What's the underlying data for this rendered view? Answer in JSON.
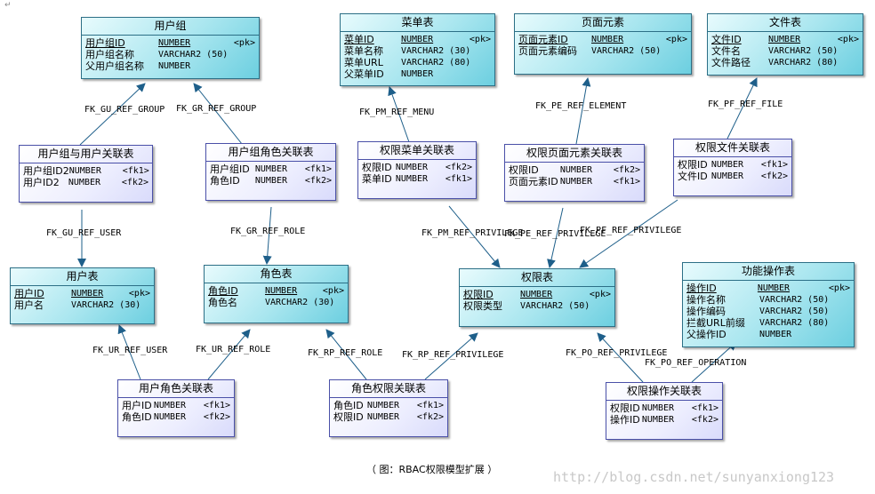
{
  "entities": {
    "yonghuzu": {
      "title": "用户组",
      "rows": [
        {
          "name": "用户组ID",
          "type": "NUMBER",
          "key": "<pk>"
        },
        {
          "name": "用户组名称",
          "type": "VARCHAR2 (50)",
          "key": ""
        },
        {
          "name": "父用户组名称",
          "type": "NUMBER",
          "key": ""
        }
      ]
    },
    "caidan": {
      "title": "菜单表",
      "rows": [
        {
          "name": "菜单ID",
          "type": "NUMBER",
          "key": "<pk>"
        },
        {
          "name": "菜单名称",
          "type": "VARCHAR2 (30)",
          "key": ""
        },
        {
          "name": "菜单URL",
          "type": "VARCHAR2 (80)",
          "key": ""
        },
        {
          "name": "父菜单ID",
          "type": "NUMBER",
          "key": ""
        }
      ]
    },
    "yemian": {
      "title": "页面元素",
      "rows": [
        {
          "name": "页面元素ID",
          "type": "NUMBER",
          "key": "<pk>"
        },
        {
          "name": "页面元素编码",
          "type": "VARCHAR2 (50)",
          "key": ""
        }
      ]
    },
    "wenjian": {
      "title": "文件表",
      "rows": [
        {
          "name": "文件ID",
          "type": "NUMBER",
          "key": "<pk>"
        },
        {
          "name": "文件名",
          "type": "VARCHAR2 (50)",
          "key": ""
        },
        {
          "name": "文件路径",
          "type": "VARCHAR2 (80)",
          "key": ""
        }
      ]
    },
    "zu_yonghu": {
      "title": "用户组与用户关联表",
      "rows": [
        {
          "name": "用户组ID2",
          "type": "NUMBER",
          "key": "<fk1>"
        },
        {
          "name": "用户ID2",
          "type": "NUMBER",
          "key": "<fk2>"
        }
      ]
    },
    "zu_juese": {
      "title": "用户组角色关联表",
      "rows": [
        {
          "name": "用户组ID",
          "type": "NUMBER",
          "key": "<fk1>"
        },
        {
          "name": "角色ID",
          "type": "NUMBER",
          "key": "<fk2>"
        }
      ]
    },
    "quanxian_caidan": {
      "title": "权限菜单关联表",
      "rows": [
        {
          "name": "权限ID",
          "type": "NUMBER",
          "key": "<fk2>"
        },
        {
          "name": "菜单ID",
          "type": "NUMBER",
          "key": "<fk1>"
        }
      ]
    },
    "quanxian_yemian": {
      "title": "权限页面元素关联表",
      "rows": [
        {
          "name": "权限ID",
          "type": "NUMBER",
          "key": "<fk2>"
        },
        {
          "name": "页面元素ID",
          "type": "NUMBER",
          "key": "<fk1>"
        }
      ]
    },
    "quanxian_wenjian": {
      "title": "权限文件关联表",
      "rows": [
        {
          "name": "权限ID",
          "type": "NUMBER",
          "key": "<fk1>"
        },
        {
          "name": "文件ID",
          "type": "NUMBER",
          "key": "<fk2>"
        }
      ]
    },
    "yonghu": {
      "title": "用户表",
      "rows": [
        {
          "name": "用户ID",
          "type": "NUMBER",
          "key": "<pk>"
        },
        {
          "name": "用户名",
          "type": "VARCHAR2 (30)",
          "key": ""
        }
      ]
    },
    "juese": {
      "title": "角色表",
      "rows": [
        {
          "name": "角色ID",
          "type": "NUMBER",
          "key": "<pk>"
        },
        {
          "name": "角色名",
          "type": "VARCHAR2 (30)",
          "key": ""
        }
      ]
    },
    "quanxian": {
      "title": "权限表",
      "rows": [
        {
          "name": "权限ID",
          "type": "NUMBER",
          "key": "<pk>"
        },
        {
          "name": "权限类型",
          "type": "VARCHAR2 (50)",
          "key": ""
        }
      ]
    },
    "gongneng": {
      "title": "功能操作表",
      "rows": [
        {
          "name": "操作ID",
          "type": "NUMBER",
          "key": "<pk>"
        },
        {
          "name": "操作名称",
          "type": "VARCHAR2 (50)",
          "key": ""
        },
        {
          "name": "操作编码",
          "type": "VARCHAR2 (50)",
          "key": ""
        },
        {
          "name": "拦截URL前缀",
          "type": "VARCHAR2 (80)",
          "key": ""
        },
        {
          "name": "父操作ID",
          "type": "NUMBER",
          "key": ""
        }
      ]
    },
    "yonghu_juese": {
      "title": "用户角色关联表",
      "rows": [
        {
          "name": "用户ID",
          "type": "NUMBER",
          "key": "<fk1>"
        },
        {
          "name": "角色ID",
          "type": "NUMBER",
          "key": "<fk2>"
        }
      ]
    },
    "juese_quanxian": {
      "title": "角色权限关联表",
      "rows": [
        {
          "name": "角色ID",
          "type": "NUMBER",
          "key": "<fk1>"
        },
        {
          "name": "权限ID",
          "type": "NUMBER",
          "key": "<fk2>"
        }
      ]
    },
    "quanxian_caozuo": {
      "title": "权限操作关联表",
      "rows": [
        {
          "name": "权限ID",
          "type": "NUMBER",
          "key": "<fk1>"
        },
        {
          "name": "操作ID",
          "type": "NUMBER",
          "key": "<fk2>"
        }
      ]
    }
  },
  "relations": {
    "gu_ref_group": "FK_GU_REF_GROUP",
    "gr_ref_group": "FK_GR_REF_GROUP",
    "pm_ref_menu": "FK_PM_REF_MENU",
    "pe_ref_element": "FK_PE_REF_ELEMENT",
    "pf_ref_file": "FK_PF_REF_FILE",
    "gu_ref_user": "FK_GU_REF_USER",
    "gr_ref_role": "FK_GR_REF_ROLE",
    "pm_ref_privilege": "FK_PM_REF_PRIVILEGE",
    "pe_ref_privilege": "FK_PE_REF_PRIVILEGE",
    "pf_ref_privilege": "FK_PF_REF_PRIVILEGE",
    "ur_ref_user": "FK_UR_REF_USER",
    "ur_ref_role": "FK_UR_REF_ROLE",
    "rp_ref_role": "FK_RP_REF_ROLE",
    "rp_ref_privilege": "FK_RP_REF_PRIVILEGE",
    "po_ref_privilege": "FK_PO_REF_PRIVILEGE",
    "po_ref_operation": "FK_PO_REF_OPERATION"
  },
  "caption": "（ 图：RBAC权限模型扩展 ）",
  "watermark": "http://blog.csdn.net/sunyanxiong123",
  "corner_mark": "↵",
  "colors": {
    "main_entity": "#6ccfe0",
    "assoc_entity": "#d9dbfb",
    "line": "#1e5f8a"
  }
}
